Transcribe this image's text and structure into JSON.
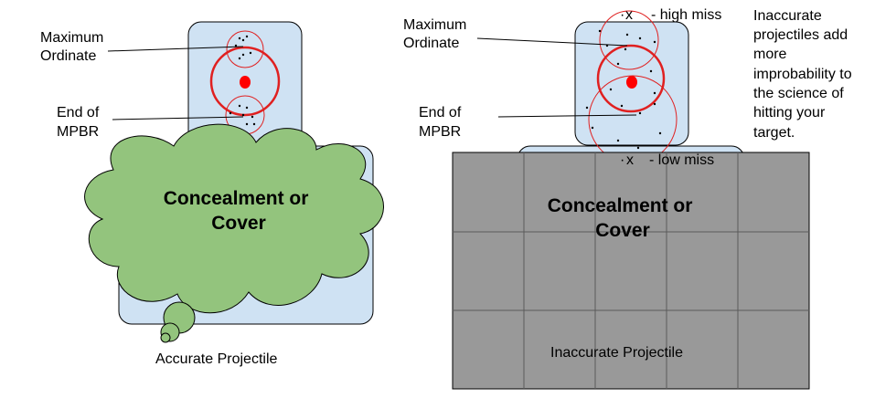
{
  "left_panel": {
    "max_ordinate": [
      "Maximum",
      "Ordinate"
    ],
    "end_mpbr": [
      "End of",
      "MPBR"
    ],
    "cover": [
      "Concealment or",
      "Cover"
    ],
    "caption": "Accurate Projectile"
  },
  "right_panel": {
    "max_ordinate": [
      "Maximum",
      "Ordinate"
    ],
    "end_mpbr": [
      "End of",
      "MPBR"
    ],
    "high_miss": "- high miss",
    "low_miss": "- low miss",
    "miss_marker": "x",
    "cover": [
      "Concealment or",
      "Cover"
    ],
    "caption": "Inaccurate Projectile",
    "note": [
      "Inaccurate",
      "projectiles add",
      "more",
      "improbability to",
      "the science of",
      "hitting your",
      "target."
    ]
  },
  "colors": {
    "target_fill": "#cfe2f3",
    "cloud_fill": "#93c47d",
    "wall_fill": "#999999",
    "impact_red": "#ff0000",
    "circle_red": "#e02020"
  }
}
